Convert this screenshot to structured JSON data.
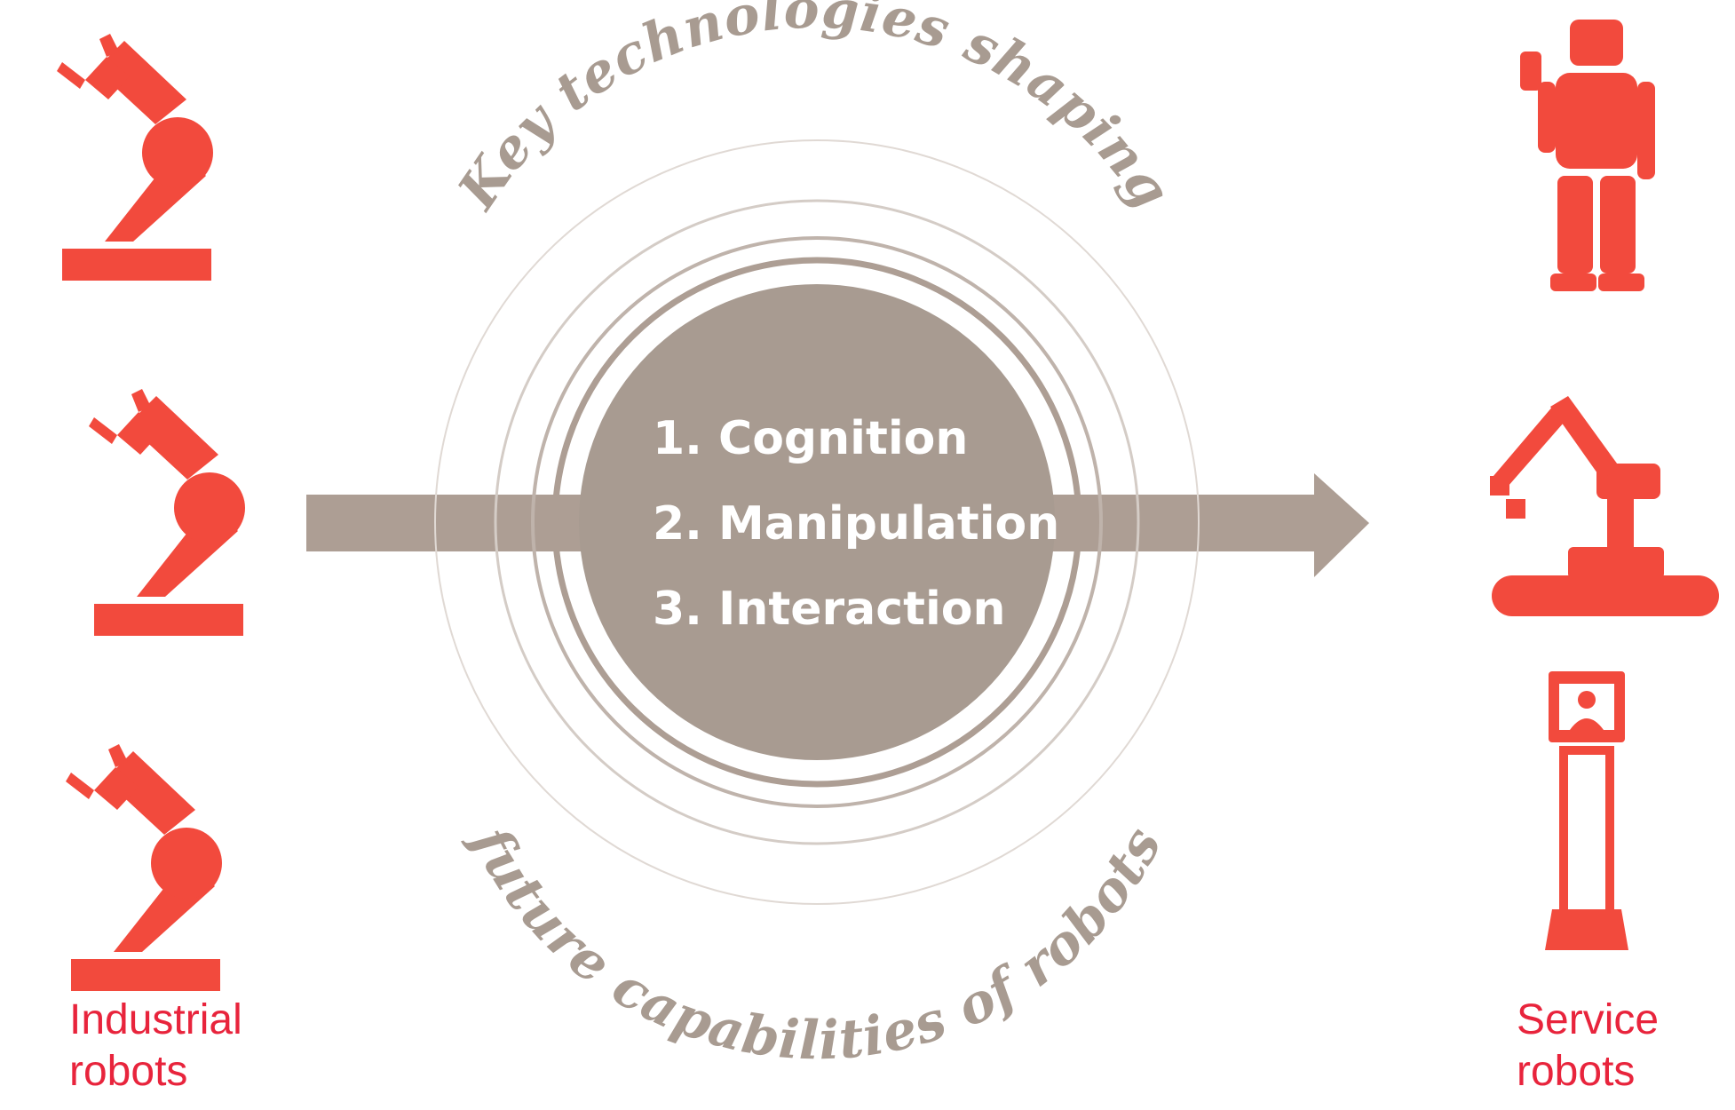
{
  "colors": {
    "robot_red": "#f24a3d",
    "label_red": "#e8243c",
    "taupe": "#a89b91",
    "arrow": "#ad9e94",
    "ring_light": "#d8d0ca"
  },
  "left_group": {
    "label_line1": "Industrial",
    "label_line2": "robots",
    "icons": [
      "industrial-robot-arm-icon",
      "industrial-robot-arm-icon",
      "industrial-robot-arm-icon"
    ]
  },
  "right_group": {
    "label_line1": "Service",
    "label_line2": "robots",
    "icons": [
      "humanoid-robot-icon",
      "tracked-robot-arm-icon",
      "telepresence-robot-icon"
    ]
  },
  "center": {
    "arc_top": "Key technologies shaping",
    "arc_bottom": "future capabilities of robots",
    "technologies": [
      "1. Cognition",
      "2. Manipulation",
      "3. Interaction"
    ]
  }
}
